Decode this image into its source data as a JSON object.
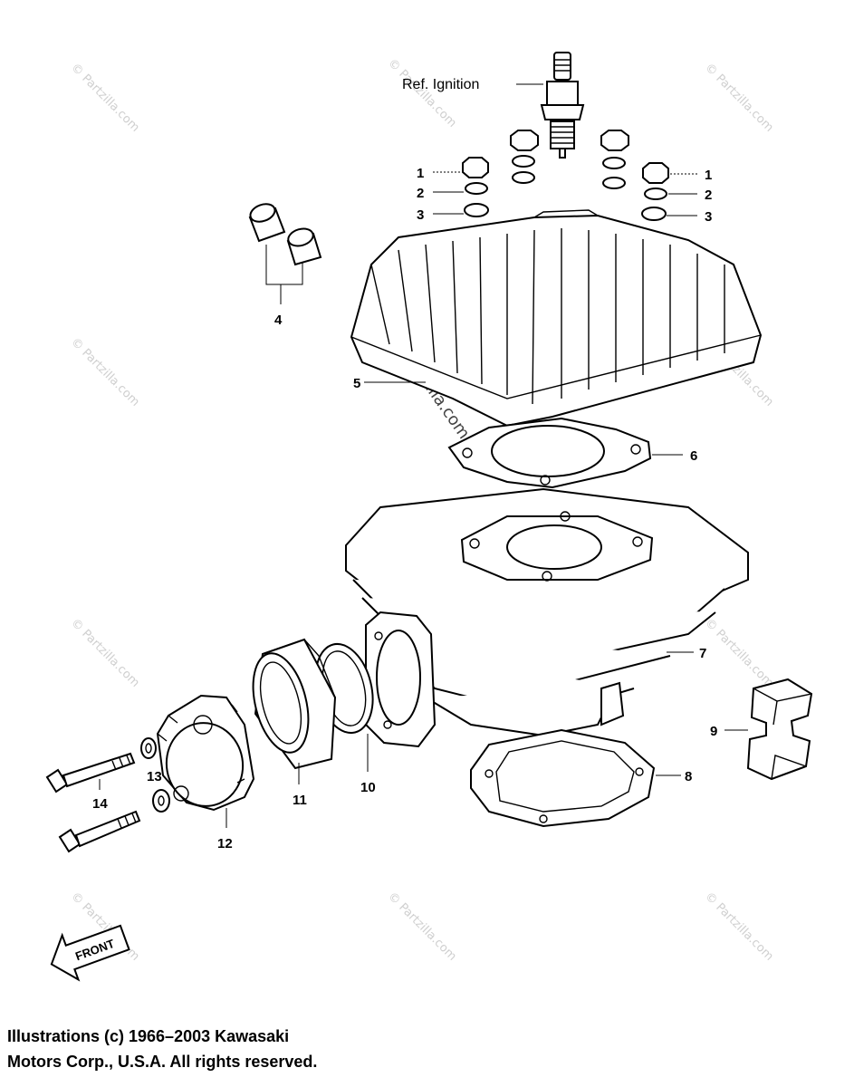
{
  "reference_label": "Ref. Ignition",
  "callouts": [
    {
      "id": "c1-left",
      "text": "1"
    },
    {
      "id": "c2-left",
      "text": "2"
    },
    {
      "id": "c3-left",
      "text": "3"
    },
    {
      "id": "c1-right",
      "text": "1"
    },
    {
      "id": "c2-right",
      "text": "2"
    },
    {
      "id": "c3-right",
      "text": "3"
    },
    {
      "id": "c4",
      "text": "4"
    },
    {
      "id": "c5",
      "text": "5"
    },
    {
      "id": "c6",
      "text": "6"
    },
    {
      "id": "c7",
      "text": "7"
    },
    {
      "id": "c8",
      "text": "8"
    },
    {
      "id": "c9",
      "text": "9"
    },
    {
      "id": "c10",
      "text": "10"
    },
    {
      "id": "c11",
      "text": "11"
    },
    {
      "id": "c12",
      "text": "12"
    },
    {
      "id": "c13",
      "text": "13"
    },
    {
      "id": "c14",
      "text": "14"
    }
  ],
  "front_arrow_label": "FRONT",
  "watermark": "© Partzilla.com",
  "copyright_line1": "Illustrations (c) 1966–2003 Kawasaki",
  "copyright_line2": "Motors Corp., U.S.A.  All rights reserved."
}
